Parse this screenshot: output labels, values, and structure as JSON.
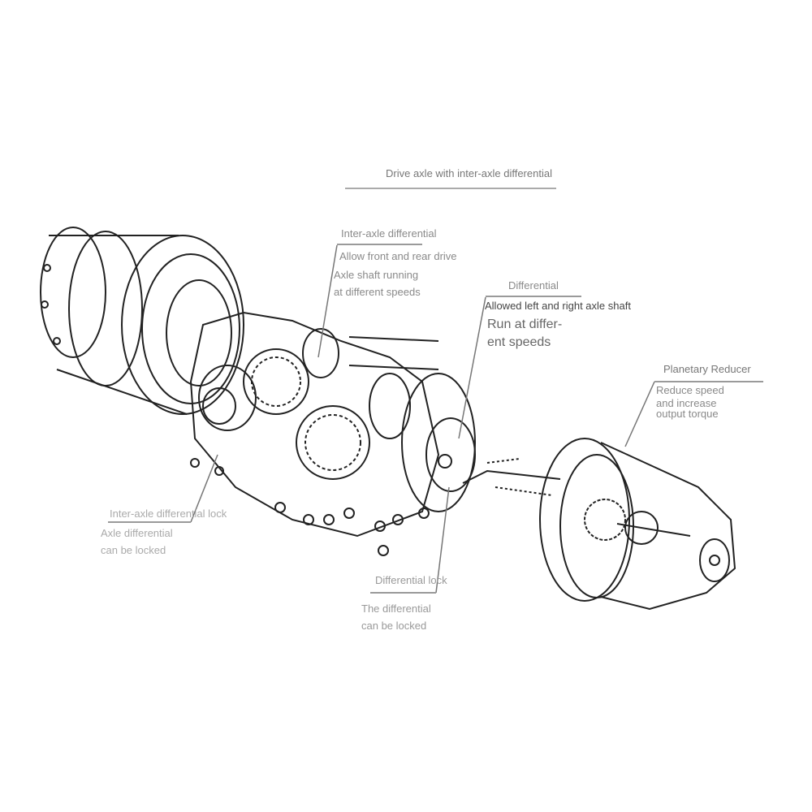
{
  "title": "Drive axle with inter-axle differential",
  "labels": {
    "inter_axle_differential": {
      "heading": "Inter-axle differential",
      "lines": [
        "Allow front and rear drive",
        "Axle shaft running",
        "at different speeds"
      ]
    },
    "differential": {
      "heading": "Differential",
      "lines": [
        "Allowed left and right axle shaft",
        "Run at differ-",
        "ent speeds"
      ]
    },
    "planetary_reducer": {
      "heading": "Planetary Reducer",
      "lines": [
        "Reduce speed",
        "and increase",
        "output torque"
      ]
    },
    "inter_axle_differential_lock": {
      "heading": "Inter-axle differential lock",
      "lines": [
        "Axle differential",
        "can be locked"
      ]
    },
    "differential_lock": {
      "heading": "Differential lock",
      "lines": [
        "The differential",
        "can be locked"
      ]
    }
  }
}
